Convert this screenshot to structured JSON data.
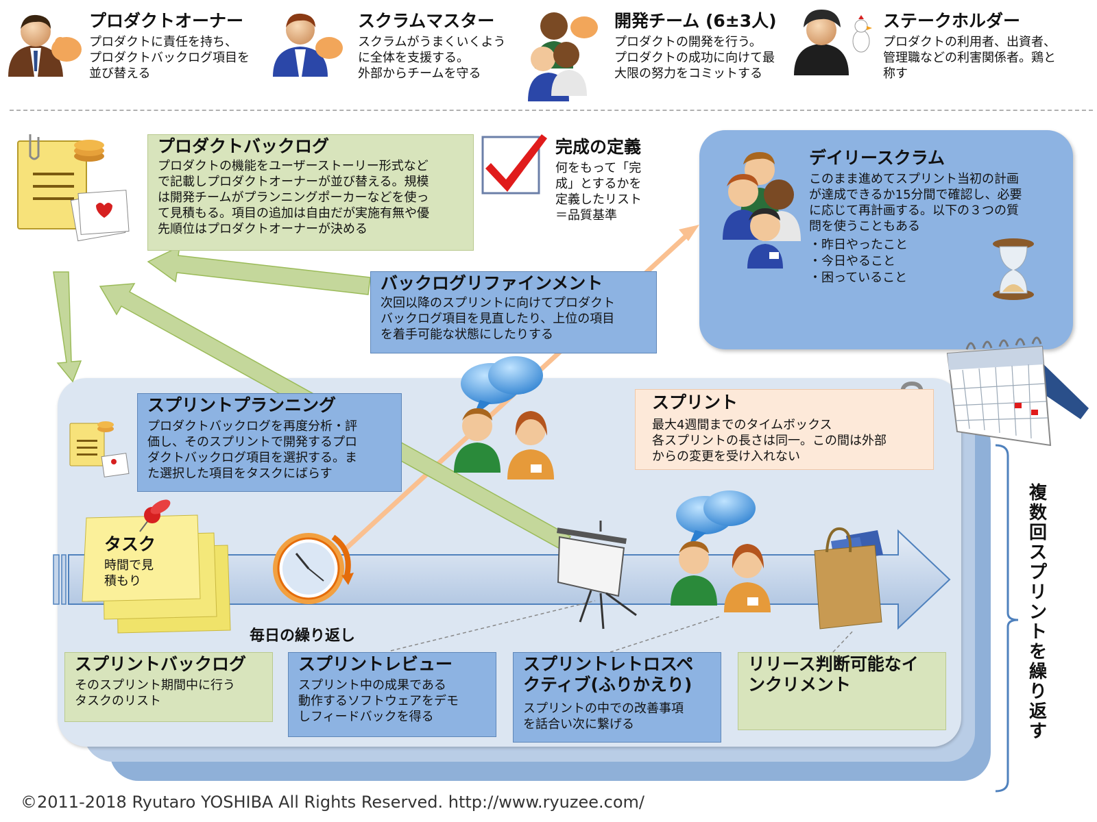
{
  "roles": [
    {
      "title": "プロダクトオーナー",
      "desc": "プロダクトに責任を持ち、\nプロダクトバックログ項目を\n並び替える"
    },
    {
      "title": "スクラムマスター",
      "desc": "スクラムがうまくいくよう\nに全体を支援する。\n外部からチームを守る"
    },
    {
      "title": "開発チーム (6±3人)",
      "desc": "プロダクトの開発を行う。\nプロダクトの成功に向けて最\n大限の努力をコミットする"
    },
    {
      "title": "ステークホルダー",
      "desc": "プロダクトの利用者、出資者、\n管理職などの利害関係者。鶏と\n称す"
    }
  ],
  "product_backlog": {
    "title": "プロダクトバックログ",
    "desc": "プロダクトの機能をユーザーストーリー形式など\nで記載しプロダクトオーナーが並び替える。規模\nは開発チームがプランニングポーカーなどを使っ\nて見積もる。項目の追加は自由だが実施有無や優\n先順位はプロダクトオーナーが決める"
  },
  "definition_of_done": {
    "title": "完成の定義",
    "desc": "何をもって「完\n成」とするかを\n定義したリスト\n＝品質基準"
  },
  "daily_scrum": {
    "title": "デイリースクラム",
    "desc": "このまま進めてスプリント当初の計画\nが達成できるか15分間で確認し、必要\nに応じて再計画する。以下の３つの質\n問を使うこともある",
    "items": [
      "・昨日やったこと",
      "・今日やること",
      "・困っていること"
    ]
  },
  "refinement": {
    "title": "バックログリファインメント",
    "desc": "次回以降のスプリントに向けてプロダクト\nバックログ項目を見直したり、上位の項目\nを着手可能な状態にしたりする"
  },
  "sprint_planning": {
    "title": "スプリントプランニング",
    "desc": "プロダクトバックログを再度分析・評\n価し、そのスプリントで開発するプロ\nダクトバックログ項目を選択する。ま\nた選択した項目をタスクにばらす"
  },
  "sprint": {
    "title": "スプリント",
    "desc": "最大4週間までのタイムボックス\n各スプリントの長さは同一。この間は外部\nからの変更を受け入れない"
  },
  "task": {
    "title": "タスク",
    "desc": "時間で見\n積もり"
  },
  "daily_repeat": "毎日の繰り返し",
  "sprint_backlog": {
    "title": "スプリントバックログ",
    "desc": "そのスプリント期間中に行う\nタスクのリスト"
  },
  "sprint_review": {
    "title": "スプリントレビュー",
    "desc": "スプリント中の成果である\n動作するソフトウェアをデモ\nしフィードバックを得る"
  },
  "retrospective": {
    "title": "スプリントレトロスペ\nクティブ(ふりかえり)",
    "desc": "スプリントの中での改善事項\nを話合い次に繋げる"
  },
  "increment": {
    "title": "リリース判断可能なイ\nンクリメント"
  },
  "repeat_label": "複数回スプリントを繰り返す",
  "copyright": "©2011-2018 Ryutaro YOSHIBA All Rights Reserved. http://www.ryuzee.com/",
  "colors": {
    "green_box": "#d8e4bc",
    "blue_box": "#8db3e2",
    "peach_box": "#fde9d9",
    "arrow_green": "#c4d79b",
    "arrow_orange": "#fac090",
    "panel_blue": "#dce6f2",
    "accent_orange": "#e46c0a"
  },
  "icons": [
    "po-person-icon",
    "scrum-master-person-icon",
    "team-people-icon",
    "stakeholder-chicken-icon",
    "backlog-document-icon",
    "checkmark-icon",
    "team-group-icon",
    "hourglass-icon",
    "calendar-icon",
    "speech-bubble-people-icon",
    "lock-icon",
    "sticky-note-pin-icon",
    "clock-icon",
    "projector-screen-icon",
    "shopping-bag-icon"
  ]
}
